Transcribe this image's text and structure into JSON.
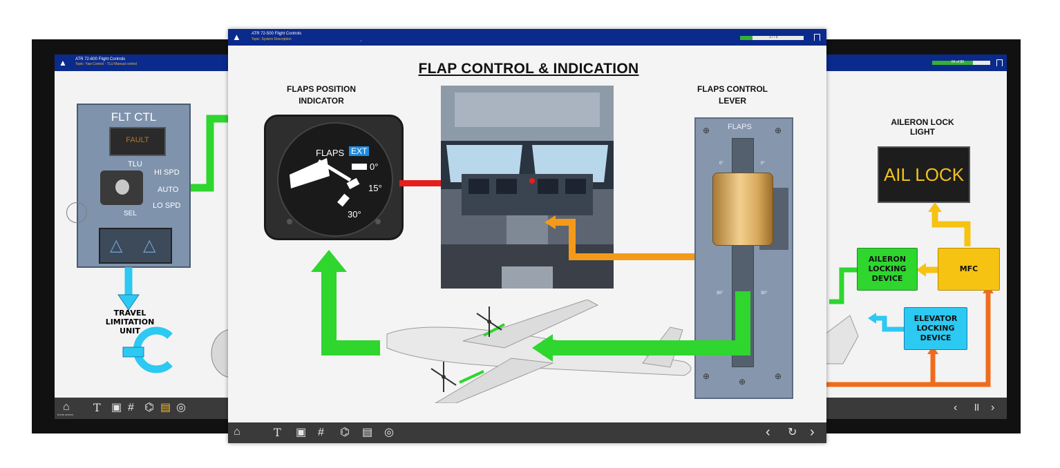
{
  "left_window": {
    "course": "ATR 72-600 Flight Controls",
    "topic": "Topic: Yaw Control - TLU Manual control",
    "panel_title": "FLT CTL",
    "fault": "FAULT",
    "tlu": "TLU",
    "hi_spd": "HI SPD",
    "auto": "AUTO",
    "lo_spd": "LO SPD",
    "sel": "SEL",
    "unit_label": "TRAVEL\nLIMITATION\nUNIT",
    "home_caption": "home screen"
  },
  "center_window": {
    "course": "ATR 72-500 Flight Controls",
    "topic": "Topic: System Description",
    "title": "FLAP CONTROL & INDICATION",
    "indicator_heading": "FLAPS POSITION\nINDICATOR",
    "lever_heading": "FLAPS CONTROL\nLEVER",
    "gauge_flaps": "FLAPS",
    "gauge_ext": "EXT",
    "gauge_0": "0°",
    "gauge_15": "15°",
    "gauge_30": "30°",
    "lever_flaps": "FLAPS",
    "lever_mark_0a": "0°",
    "lever_mark_0b": "0°",
    "lever_mark_30a": "30°",
    "lever_mark_30b": "30°",
    "progress_percent": 20,
    "progress_text": "17 / 5"
  },
  "right_window": {
    "ail_lock_heading": "AILERON LOCK\nLIGHT",
    "ail_lock_text": "AIL LOCK",
    "aileron_device": "AILERON\nLOCKING\nDEVICE",
    "mfc": "MFC",
    "elevator_device": "ELEVATOR\nLOCKING\nDEVICE",
    "progress_percent": 70,
    "progress_text": "64 of 80"
  },
  "colors": {
    "accent_blue": "#0a2a8c",
    "green": "#2ed62e",
    "cyan": "#2cc9f2",
    "orange": "#f39a1a",
    "amber": "#f6c313",
    "red": "#e51e1e",
    "dark_orange": "#ef6c1e"
  },
  "icons": [
    "home-icon",
    "text-icon",
    "video-icon",
    "hash-icon",
    "network-icon",
    "calculator-icon",
    "chat-icon",
    "chevron-left-icon",
    "pause-icon",
    "chevron-right-icon",
    "replay-icon",
    "bookmark-icon",
    "atr-logo-icon"
  ]
}
